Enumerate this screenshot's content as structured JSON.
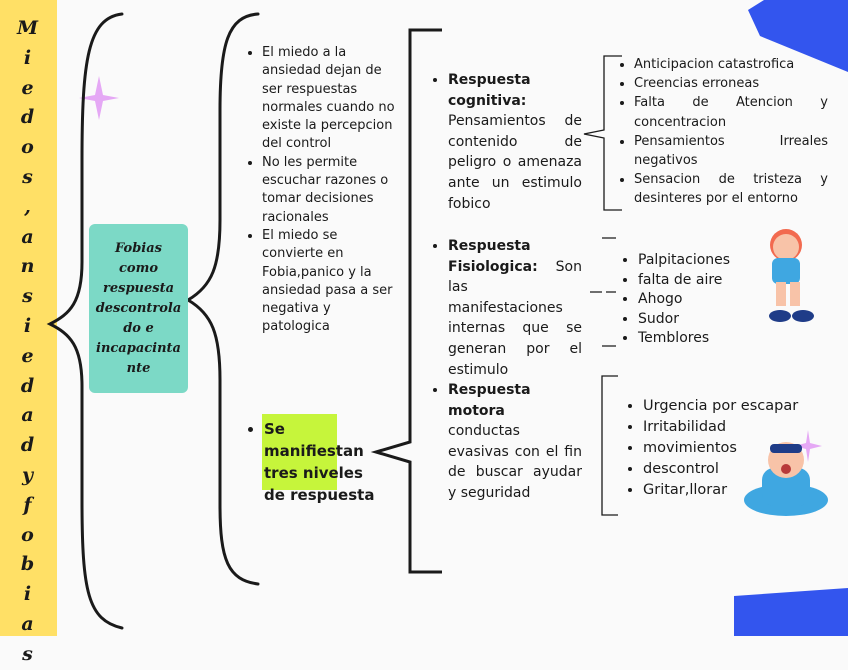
{
  "sidebar": {
    "letters": [
      "M",
      "i",
      "e",
      "d",
      "o",
      "s",
      ",",
      "a",
      "n",
      "s",
      "i",
      "e",
      "d",
      "a",
      "d",
      "y",
      "f",
      "o",
      "b",
      "i",
      "a",
      "s"
    ]
  },
  "central_box": {
    "text": "Fobias como respuesta descontrolado e incapacintante"
  },
  "column2": {
    "items": [
      "El miedo a la ansiedad dejan de ser respuestas normales cuando no existe la percepcion del control",
      "No les permite escuchar razones o tomar decisiones racionales",
      "El miedo se convierte en Fobia,panico y la ansiedad pasa a ser negativa y patologica"
    ],
    "highlight": "Se manifiestan tres niveles de respuesta"
  },
  "responses": [
    {
      "title": "Respuesta cognitiva:",
      "body": "Pensamientos de contenido de peligro o amenaza ante un estimulo fobico"
    },
    {
      "title": "Respuesta Fisiologica:",
      "body": "Son las manifestaciones internas que se generan por el estimulo"
    },
    {
      "title": "Respuesta motora",
      "body": "conductas evasivas con el fin de buscar ayudar y seguridad"
    }
  ],
  "cognitive_list": [
    "Anticipacion catastrofica",
    "Creencias erroneas",
    "Falta de Atencion y concentracion",
    "Pensamientos Irreales negativos",
    "Sensacion de tristeza y desinteres por el entorno"
  ],
  "physiological_list": [
    "Palpitaciones",
    "falta de aire",
    "Ahogo",
    "Sudor",
    "Temblores"
  ],
  "motor_list": [
    "Urgencia por escapar",
    "Irritabilidad",
    "movimientos",
    "descontrol",
    "Gritar,llorar"
  ],
  "colors": {
    "sidebar": "#ffe066",
    "central_box": "#7cd9c6",
    "highlight": "#c6f53b",
    "blue_shape": "#3355ee",
    "sparkle": "#e5a8f5"
  },
  "icons": [
    "sparkle-icon",
    "sitting-boy-icon",
    "crying-baby-icon"
  ]
}
